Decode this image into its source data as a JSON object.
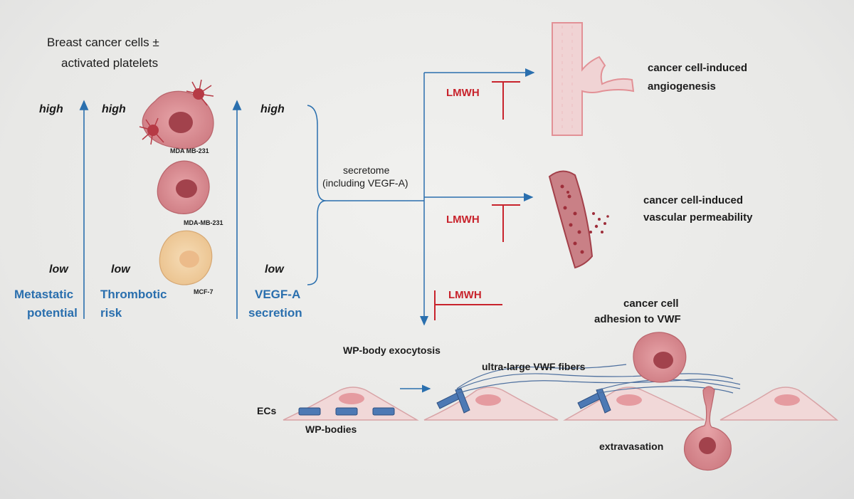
{
  "colors": {
    "arrow_blue": "#2a6fae",
    "inhibit_red": "#c8232c",
    "cell_pink": "#d98a8f",
    "cell_dark": "#a2424c",
    "mcf7_tan": "#f0cfa3",
    "vessel_pink": "#e7a7aa",
    "wp_body_blue": "#4d79b4"
  },
  "header": {
    "line1": "Breast cancer cells ±",
    "line2": "activated platelets"
  },
  "axes": {
    "metastatic": {
      "high": "high",
      "low": "low",
      "label1": "Metastatic",
      "label2": "potential"
    },
    "thrombotic": {
      "high": "high",
      "low": "low",
      "label1": "Thrombotic",
      "label2": "risk"
    },
    "vegf": {
      "high": "high",
      "low": "low",
      "label1": "VEGF-A",
      "label2": "secretion"
    }
  },
  "cells": {
    "top": "MDA MB-231",
    "middle": "MDA-MB-231",
    "bottom": "MCF-7"
  },
  "secretome": {
    "line1": "secretome",
    "line2": "(including VEGF-A)"
  },
  "inhibitor": "LMWH",
  "outcomes": {
    "angiogenesis": {
      "line1": "cancer cell-induced",
      "line2": "angiogenesis"
    },
    "permeability": {
      "line1": "cancer cell-induced",
      "line2": "vascular permeability"
    },
    "adhesion": {
      "line1": "cancer cell",
      "line2": "adhesion to VWF"
    }
  },
  "bottom_labels": {
    "exocytosis": "WP-body exocytosis",
    "fibers": "ultra-large VWF fibers",
    "ecs": "ECs",
    "wp_bodies": "WP-bodies",
    "extravasation": "extravasation"
  }
}
